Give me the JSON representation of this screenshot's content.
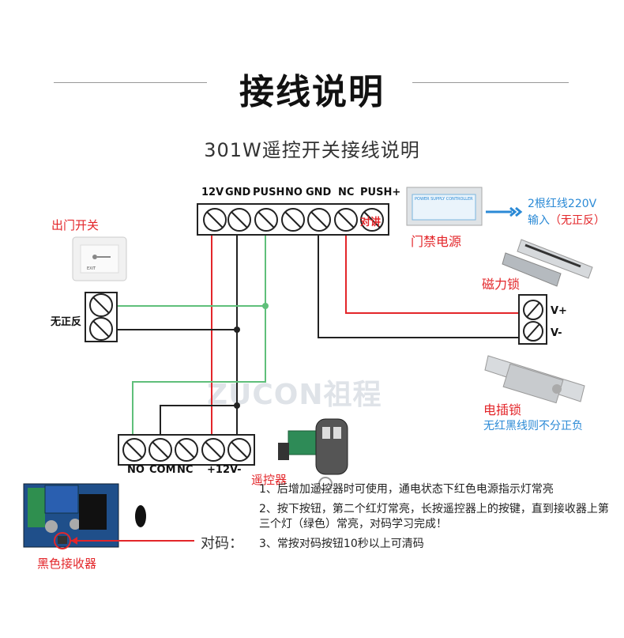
{
  "header": {
    "title": "接线说明",
    "subtitle": "301W遥控开关接线说明"
  },
  "top_terminal": {
    "labels": [
      "12V",
      "GND",
      "PUSH",
      "NO",
      "GND",
      "NC",
      "PUSH+"
    ],
    "intercom_label": "对讲"
  },
  "exit_switch": {
    "label": "出门开关",
    "no_polarity": "无正反",
    "button_text": "EXIT"
  },
  "power_supply": {
    "label": "门禁电源",
    "panel_text": "POWER SUPPLY CONTROLLER",
    "input_line1": "2根红线220V",
    "input_line2_prefix": "输入",
    "input_line2_suffix": "（无正反）"
  },
  "mag_lock": {
    "label": "磁力锁",
    "terminals": [
      "V+",
      "V-"
    ]
  },
  "bolt_lock": {
    "label": "电插锁",
    "note": "无红黑线则不分正负"
  },
  "watermark": "ZUCON祖程",
  "bottom_terminal": {
    "labels": [
      "NO",
      "COM",
      "NC",
      "+12V-"
    ]
  },
  "remote": {
    "label": "遥控器"
  },
  "receiver": {
    "label": "黑色接收器",
    "pair_label": "对码："
  },
  "notes": [
    "1、后增加遥控器时可使用，通电状态下红色电源指示灯常亮",
    "2、按下按钮，第二个红灯常亮，长按遥控器上的按键，直到接收器上第三个灯（绿色）常亮，对码学习完成！",
    "3、常按对码按钮10秒以上可清码"
  ],
  "colors": {
    "red": "#e3262a",
    "blue": "#2b8ad6",
    "green": "#5fbf7a",
    "wire_black": "#222222"
  }
}
